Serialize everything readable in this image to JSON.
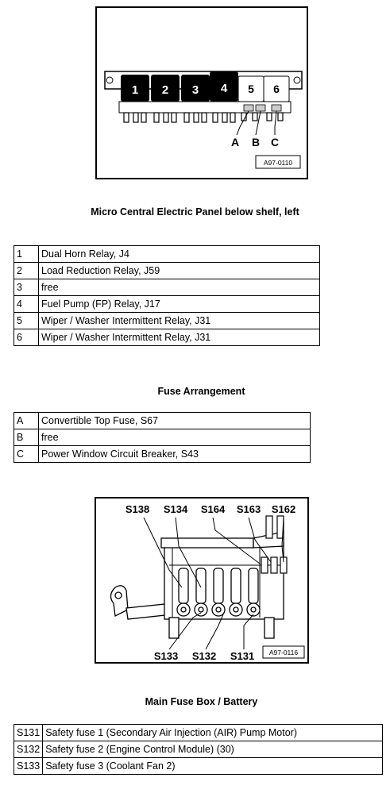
{
  "figure1": {
    "relays": [
      "1",
      "2",
      "3",
      "4",
      "5",
      "6"
    ],
    "fuse_labels": [
      "A",
      "B",
      "C"
    ],
    "ref_code": "A97-0110"
  },
  "section1": {
    "title": "Micro Central Electric Panel below shelf, left",
    "rows": [
      {
        "key": "1",
        "desc": "Dual Horn Relay, J4"
      },
      {
        "key": "2",
        "desc": "Load Reduction Relay, J59"
      },
      {
        "key": "3",
        "desc": "free"
      },
      {
        "key": "4",
        "desc": "Fuel Pump (FP) Relay, J17"
      },
      {
        "key": "5",
        "desc": "Wiper / Washer Intermittent Relay, J31"
      },
      {
        "key": "6",
        "desc": "Wiper / Washer Intermittent Relay, J31"
      }
    ]
  },
  "section2": {
    "title": "Fuse Arrangement",
    "rows": [
      {
        "key": "A",
        "desc": "Convertible Top Fuse, S67"
      },
      {
        "key": "B",
        "desc": "free"
      },
      {
        "key": "C",
        "desc": "Power Window Circuit Breaker, S43"
      }
    ]
  },
  "figure2": {
    "top_labels": [
      "S138",
      "S134",
      "S164",
      "S163",
      "S162"
    ],
    "bottom_labels": [
      "S133",
      "S132",
      "S131"
    ],
    "ref_code": "A97-0116"
  },
  "section3": {
    "title": "Main Fuse Box / Battery",
    "rows": [
      {
        "key": "S131",
        "desc": "Safety fuse 1 (Secondary Air Injection (AIR) Pump Motor)"
      },
      {
        "key": "S132",
        "desc": "Safety fuse 2 (Engine Control Module) (30)"
      },
      {
        "key": "S133",
        "desc": "Safety fuse 3 (Coolant Fan 2)"
      }
    ]
  }
}
